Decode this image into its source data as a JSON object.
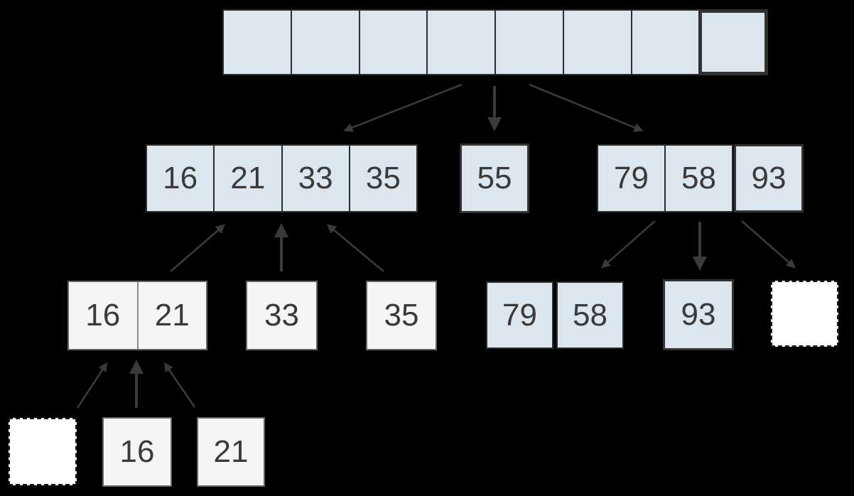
{
  "colors": {
    "background": "#000000",
    "cell_blue": "#dce6ee",
    "cell_white": "#f5f5f5",
    "border_dark": "#2d2d2d",
    "border_thick": "#333333",
    "border_gray": "#666666",
    "divider_gray": "#8c8c8c",
    "text": "#3a3a3a",
    "arrow": "#3a3a3a"
  },
  "levels": {
    "level1": {
      "cells": [
        "",
        "",
        "",
        "",
        "",
        "",
        "",
        ""
      ]
    },
    "level2": {
      "left_group": [
        "16",
        "21",
        "33",
        "35"
      ],
      "middle_single": "55",
      "right_group": [
        "79",
        "58"
      ],
      "right_single": "93"
    },
    "level3": {
      "left_pair": [
        "16",
        "21"
      ],
      "single_33": "33",
      "single_35": "35",
      "single_79": "79",
      "single_58": "58",
      "single_93": "93",
      "empty_placeholder": ""
    },
    "level4": {
      "empty_placeholder": "",
      "single_16": "16",
      "single_21": "21"
    }
  }
}
